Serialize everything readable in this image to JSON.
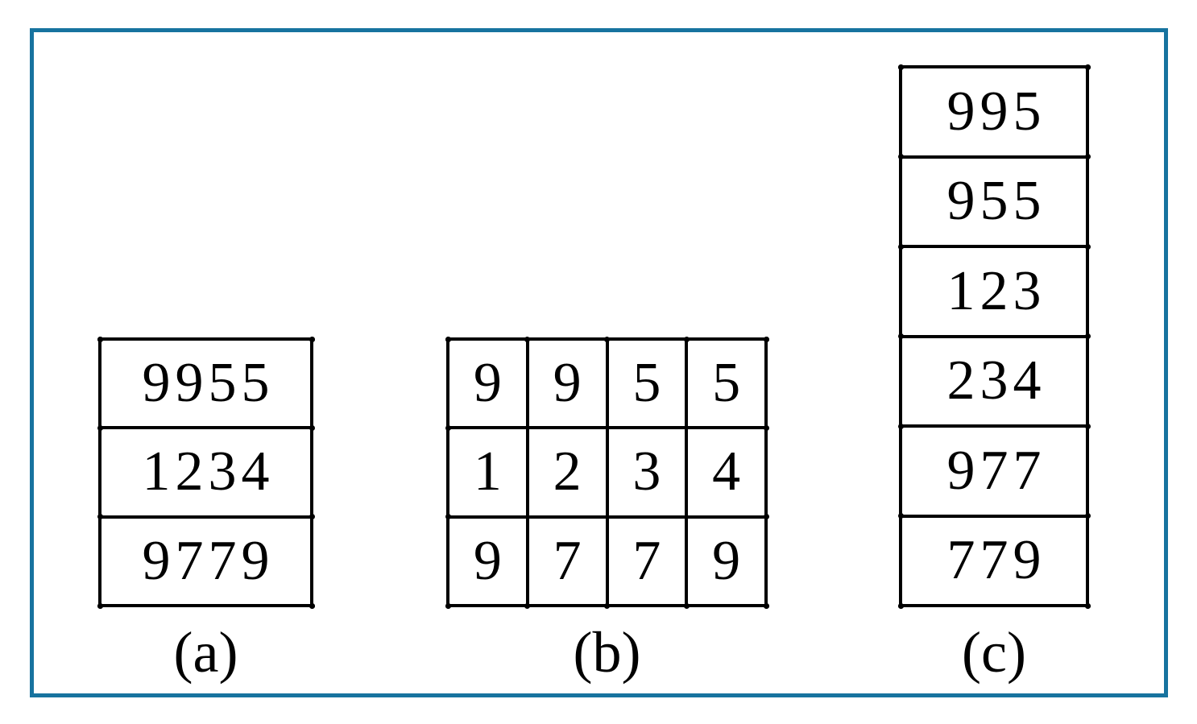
{
  "figure": {
    "frame_color": "#17739f",
    "line_color": "#000000",
    "panels": [
      {
        "label": "(a)",
        "type": "list",
        "rows": [
          "9955",
          "1234",
          "9779"
        ]
      },
      {
        "label": "(b)",
        "type": "grid",
        "rows": [
          [
            "9",
            "9",
            "5",
            "5"
          ],
          [
            "1",
            "2",
            "3",
            "4"
          ],
          [
            "9",
            "7",
            "7",
            "9"
          ]
        ]
      },
      {
        "label": "(c)",
        "type": "list",
        "rows": [
          "995",
          "955",
          "123",
          "234",
          "977",
          "779"
        ]
      }
    ]
  }
}
